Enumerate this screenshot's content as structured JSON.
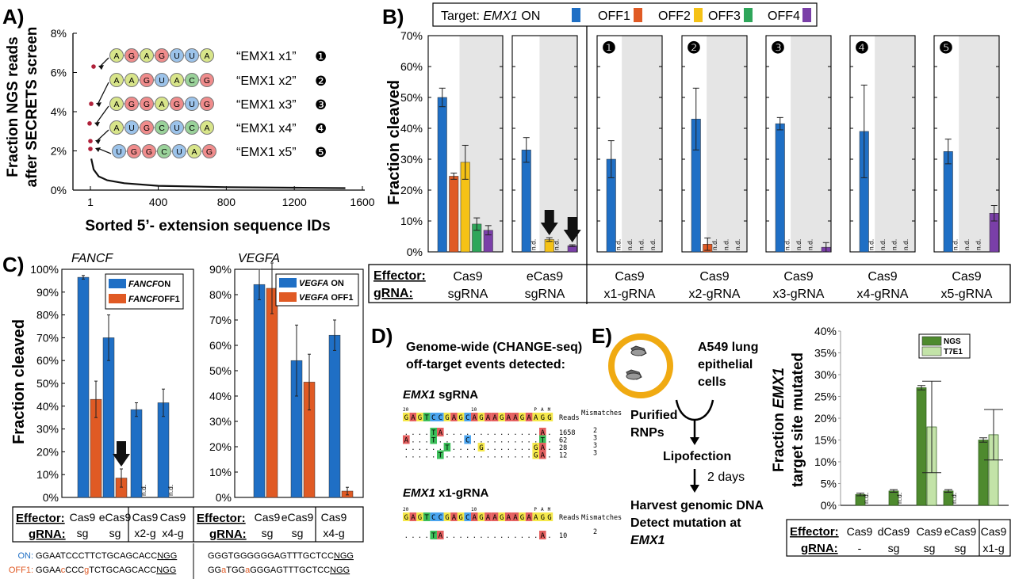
{
  "panel_letters": [
    "A)",
    "B)",
    "C)",
    "D)",
    "E)"
  ],
  "colors": {
    "on": "#1f6fc5",
    "off1": "#e05a24",
    "off2": "#f5c216",
    "off3": "#2ea65a",
    "off4": "#7a3fa8",
    "ngs": "#4e8a2e",
    "t7e1": "#c3e3a8",
    "shade": "#e5e5e5"
  },
  "nd": "n.d.",
  "panelA": {
    "ylabel_line1": "Fraction NGS reads",
    "ylabel_line2": "after SECRETS screen",
    "xlabel": "Sorted 5’- extension sequence IDs",
    "bead_colors": {
      "A": "#d8e58a",
      "G": "#f08c8c",
      "U": "#9cc3ea",
      "C": "#9ad29a"
    },
    "extensions": [
      {
        "bases": [
          "A",
          "G",
          "A",
          "G",
          "U",
          "U",
          "A"
        ],
        "label": "“EMX1 x1”",
        "num": "❶"
      },
      {
        "bases": [
          "A",
          "A",
          "G",
          "U",
          "A",
          "C",
          "G"
        ],
        "label": "“EMX1 x2”",
        "num": "❷"
      },
      {
        "bases": [
          "A",
          "G",
          "G",
          "A",
          "G",
          "U",
          "G"
        ],
        "label": "“EMX1 x3”",
        "num": "❸"
      },
      {
        "bases": [
          "A",
          "U",
          "G",
          "C",
          "U",
          "C",
          "A"
        ],
        "label": "“EMX1 x4”",
        "num": "❹"
      },
      {
        "bases": [
          "U",
          "G",
          "G",
          "C",
          "U",
          "A",
          "G"
        ],
        "label": "“EMX1 x5”",
        "num": "❺"
      }
    ]
  },
  "panelB": {
    "legend_title": "Target:",
    "legend_target": "EMX1",
    "legend_items": [
      "ON",
      "OFF1",
      "OFF2",
      "OFF3",
      "OFF4"
    ],
    "ylabel": "Fraction cleaved",
    "effector_label": "Effector:",
    "grna_label": "gRNA:",
    "groups": [
      {
        "effector": "Cas9",
        "grna": "sgRNA",
        "num": ""
      },
      {
        "effector": "eCas9",
        "grna": "sgRNA",
        "num": ""
      },
      {
        "effector": "Cas9",
        "grna": "x1-gRNA",
        "num": "❶"
      },
      {
        "effector": "Cas9",
        "grna": "x2-gRNA",
        "num": "❷"
      },
      {
        "effector": "Cas9",
        "grna": "x3-gRNA",
        "num": "❸"
      },
      {
        "effector": "Cas9",
        "grna": "x4-gRNA",
        "num": "❹"
      },
      {
        "effector": "Cas9",
        "grna": "x5-gRNA",
        "num": "❺"
      }
    ]
  },
  "panelC": {
    "fancf_title": "FANCF",
    "vegfa_title": "VEGFA",
    "ylabel": "Fraction cleaved",
    "fancf_legend": [
      {
        "gene": "FANCF",
        "site": "ON"
      },
      {
        "gene": "FANCF",
        "site": "OFF1"
      }
    ],
    "vegfa_legend": [
      {
        "gene": "VEGFA",
        "site": " ON"
      },
      {
        "gene": "VEGFA",
        "site": " OFF1"
      }
    ],
    "effector_label": "Effector:",
    "grna_label": "gRNA:",
    "fancf_groups": [
      {
        "effector": "Cas9",
        "grna": "sg"
      },
      {
        "effector": "eCas9",
        "grna": "sg"
      },
      {
        "effector": "Cas9",
        "grna": "x2-g"
      },
      {
        "effector": "Cas9",
        "grna": "x4-g"
      }
    ],
    "vegfa_groups": [
      {
        "effector": "Cas9",
        "grna": "sg"
      },
      {
        "effector": "eCas9",
        "grna": "sg"
      },
      {
        "effector": "Cas9",
        "grna": "x4-g"
      }
    ],
    "on_label": "ON:",
    "off_label": "OFF1:",
    "fancf_on_seq": "GGAATCCCTTCTGCAGCACC",
    "fancf_on_pam": "NGG",
    "fancf_off_segments": [
      {
        "t": "GGAA",
        "m": false
      },
      {
        "t": "c",
        "m": true
      },
      {
        "t": "CCC",
        "m": false
      },
      {
        "t": "g",
        "m": true
      },
      {
        "t": "TCTGCAGCACC",
        "m": false
      }
    ],
    "fancf_off_pam": "NGG",
    "vegfa_on_seq": "GGGTGGGGGGAGTTTGCTCC",
    "vegfa_on_pam": "NGG",
    "vegfa_off_segments": [
      {
        "t": "GG",
        "m": false
      },
      {
        "t": "a",
        "m": true
      },
      {
        "t": "TGG",
        "m": false
      },
      {
        "t": "a",
        "m": true
      },
      {
        "t": "GGGAGTTTGCTCC",
        "m": false
      }
    ],
    "vegfa_off_pam": "NGG"
  },
  "panelD": {
    "title_line1": "Genome-wide (CHANGE-seq)",
    "title_line2": "off-target events detected:",
    "sg_title_gene": "EMX1",
    "sg_title_rest": " sgRNA",
    "x1_title_gene": "EMX1",
    "x1_title_rest": " x1-gRNA",
    "col_reads": "Reads",
    "col_mismatch": "Mismatches",
    "pos20": "20",
    "pos10": "10",
    "pam_cols": [
      "P",
      "A",
      "M"
    ],
    "ref_seq": [
      "G",
      "A",
      "G",
      "T",
      "C",
      "C",
      "G",
      "A",
      "G",
      "C",
      "A",
      "G",
      "A",
      "A",
      "G",
      "A",
      "A",
      "G",
      "A",
      "A",
      "G",
      "G"
    ],
    "sg_rows": [
      {
        "cells": [
          ".",
          ".",
          ".",
          ".",
          "T",
          "A",
          ".",
          ".",
          ".",
          ".",
          ".",
          ".",
          ".",
          ".",
          ".",
          ".",
          ".",
          ".",
          ".",
          ".",
          "A",
          "."
        ],
        "reads": "1658",
        "mm": "2"
      },
      {
        "cells": [
          "A",
          ".",
          ".",
          ".",
          "T",
          ".",
          ".",
          ".",
          ".",
          "C",
          ".",
          ".",
          ".",
          ".",
          ".",
          ".",
          ".",
          ".",
          ".",
          ".",
          "T",
          "."
        ],
        "reads": "62",
        "mm": "3"
      },
      {
        "cells": [
          ".",
          ".",
          ".",
          ".",
          ".",
          ".",
          "T",
          ".",
          ".",
          ".",
          ".",
          "G",
          ".",
          ".",
          ".",
          ".",
          ".",
          ".",
          ".",
          "G",
          "A",
          "."
        ],
        "reads": "28",
        "mm": "3"
      },
      {
        "cells": [
          ".",
          ".",
          ".",
          ".",
          ".",
          "T",
          ".",
          ".",
          ".",
          ".",
          ".",
          ".",
          ".",
          ".",
          ".",
          ".",
          ".",
          ".",
          ".",
          "G",
          "A",
          "."
        ],
        "reads": "12",
        "mm": "3"
      }
    ],
    "x1_rows": [
      {
        "cells": [
          ".",
          ".",
          ".",
          ".",
          "T",
          "A",
          ".",
          ".",
          ".",
          ".",
          ".",
          ".",
          ".",
          ".",
          ".",
          ".",
          ".",
          ".",
          ".",
          ".",
          "A",
          "."
        ],
        "reads": "10",
        "mm": "2"
      }
    ]
  },
  "panelE": {
    "cell_line1": "A549 lung",
    "cell_line2": "epithelial",
    "cell_line3": "cells",
    "rnp_line1": "Purified",
    "rnp_line2": "RNPs",
    "lipofection": "Lipofection",
    "days": "2 days",
    "harvest": "Harvest genomic DNA",
    "detect": "Detect mutation at",
    "gene": "EMX1",
    "ylabel_pre": "Fraction ",
    "ylabel_gene": "EMX1",
    "ylabel_line2": "target site mutated",
    "legend": [
      "NGS",
      "T7E1"
    ],
    "effector_label": "Effector:",
    "grna_label": "gRNA:",
    "groups": [
      {
        "effector": "Cas9",
        "grna": "-"
      },
      {
        "effector": "dCas9",
        "grna": "sg"
      },
      {
        "effector": "Cas9",
        "grna": "sg"
      },
      {
        "effector": "eCas9",
        "grna": "sg"
      },
      {
        "effector": "Cas9",
        "grna": "x1-g"
      }
    ]
  },
  "chart_data": [
    {
      "id": "A",
      "type": "scatter",
      "xlabel": "Sorted 5’- extension sequence IDs",
      "ylabel": "Fraction NGS reads after SECRETS screen",
      "xlim": [
        0,
        1600
      ],
      "ylim": [
        0,
        8
      ],
      "xticks": [
        1,
        400,
        800,
        1200,
        1600
      ],
      "yticks": [
        "0%",
        "2%",
        "4%",
        "6%",
        "8%"
      ],
      "highlighted": [
        {
          "x": 1,
          "y": 6.3,
          "label": "EMX1 x1"
        },
        {
          "x": 2,
          "y": 4.4,
          "label": "EMX1 x2"
        },
        {
          "x": 3,
          "y": 3.4,
          "label": "EMX1 x3"
        },
        {
          "x": 4,
          "y": 2.5,
          "label": "EMX1 x4"
        },
        {
          "x": 5,
          "y": 2.1,
          "label": "EMX1 x5"
        }
      ],
      "tail_decay": [
        [
          6,
          1.6
        ],
        [
          20,
          1.05
        ],
        [
          50,
          0.7
        ],
        [
          100,
          0.5
        ],
        [
          200,
          0.35
        ],
        [
          400,
          0.22
        ],
        [
          800,
          0.15
        ],
        [
          1200,
          0.12
        ],
        [
          1500,
          0.1
        ]
      ]
    },
    {
      "id": "B",
      "type": "bar",
      "ylabel": "Fraction cleaved",
      "ylim": [
        0,
        70
      ],
      "yticks": [
        "0%",
        "10%",
        "20%",
        "30%",
        "40%",
        "50%",
        "60%",
        "70%"
      ],
      "series_names": [
        "ON",
        "OFF1",
        "OFF2",
        "OFF3",
        "OFF4"
      ],
      "groups": [
        {
          "values": [
            50,
            24.5,
            29,
            9,
            7
          ],
          "errors": [
            3,
            1,
            5.5,
            2,
            1.5
          ]
        },
        {
          "values": [
            33,
            null,
            4,
            null,
            2
          ],
          "errors": [
            4,
            0,
            0.6,
            0,
            0.3
          ],
          "arrows": [
            2,
            4
          ]
        },
        {
          "values": [
            30,
            null,
            null,
            null,
            null
          ],
          "errors": [
            6,
            0,
            0,
            0,
            0
          ]
        },
        {
          "values": [
            43,
            2.5,
            null,
            null,
            null
          ],
          "errors": [
            10,
            2,
            0,
            0,
            0
          ]
        },
        {
          "values": [
            41.5,
            null,
            null,
            null,
            1.5
          ],
          "errors": [
            2,
            0,
            0,
            0,
            1.5
          ]
        },
        {
          "values": [
            39,
            null,
            null,
            null,
            null
          ],
          "errors": [
            15,
            0,
            0,
            0,
            0
          ]
        },
        {
          "values": [
            32.5,
            null,
            null,
            null,
            12.5
          ],
          "errors": [
            4,
            0,
            0,
            0,
            2.5
          ]
        }
      ]
    },
    {
      "id": "C-FANCF",
      "type": "bar",
      "title": "FANCF",
      "ylabel": "Fraction cleaved",
      "ylim": [
        0,
        100
      ],
      "yticks": [
        "0%",
        "10%",
        "20%",
        "30%",
        "40%",
        "50%",
        "60%",
        "70%",
        "80%",
        "90%",
        "100%"
      ],
      "series_names": [
        "FANCF ON",
        "FANCF OFF1"
      ],
      "groups": [
        {
          "values": [
            96.5,
            43
          ],
          "errors": [
            0.8,
            8
          ]
        },
        {
          "values": [
            70,
            8.5
          ],
          "errors": [
            10,
            4
          ],
          "arrows": [
            1
          ]
        },
        {
          "values": [
            38.5,
            null
          ],
          "errors": [
            3,
            0
          ]
        },
        {
          "values": [
            41.5,
            null
          ],
          "errors": [
            6,
            0
          ]
        }
      ]
    },
    {
      "id": "C-VEGFA",
      "type": "bar",
      "title": "VEGFA",
      "ylim": [
        0,
        90
      ],
      "yticks": [
        "0%",
        "10%",
        "20%",
        "30%",
        "40%",
        "50%",
        "60%",
        "70%",
        "80%",
        "90%"
      ],
      "series_names": [
        "VEGFA ON",
        "VEGFA OFF1"
      ],
      "groups": [
        {
          "values": [
            84,
            82.5
          ],
          "errors": [
            6,
            10
          ]
        },
        {
          "values": [
            54,
            45.5
          ],
          "errors": [
            14,
            11
          ]
        },
        {
          "values": [
            64,
            2.5
          ],
          "errors": [
            6,
            1.5
          ]
        }
      ]
    },
    {
      "id": "E",
      "type": "bar",
      "ylabel": "Fraction EMX1 target site mutated",
      "ylim": [
        0,
        40
      ],
      "yticks": [
        "0%",
        "5%",
        "10%",
        "15%",
        "20%",
        "25%",
        "30%",
        "35%",
        "40%"
      ],
      "series_names": [
        "NGS",
        "T7E1"
      ],
      "groups": [
        {
          "values": [
            2.5,
            null
          ],
          "errors": [
            0.3,
            0
          ]
        },
        {
          "values": [
            3.3,
            null
          ],
          "errors": [
            0.3,
            0
          ]
        },
        {
          "values": [
            27,
            18
          ],
          "errors": [
            0.5,
            10.5
          ]
        },
        {
          "values": [
            3.3,
            null
          ],
          "errors": [
            0.3,
            0
          ]
        },
        {
          "values": [
            15,
            16.2
          ],
          "errors": [
            0.5,
            5.8
          ]
        }
      ]
    }
  ]
}
